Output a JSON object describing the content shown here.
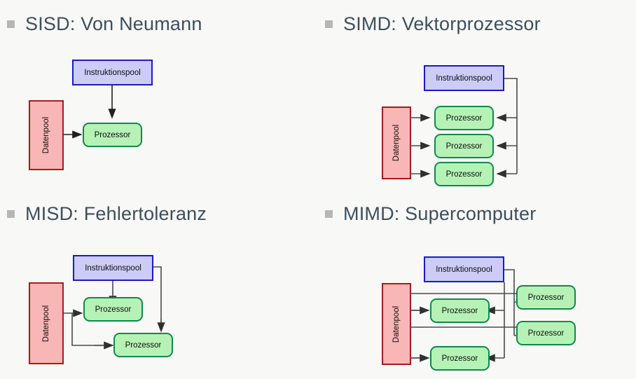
{
  "slide": {
    "background_color": "#f8f8f6",
    "heading_color": "#3d4f5d",
    "bullet_color": "#b6b6b6"
  },
  "palette": {
    "instruction_fill": "#ccccf7",
    "instruction_border": "#1a1ac4",
    "processor_fill": "#b6f2b6",
    "processor_border": "#0d8a4a",
    "data_fill": "#f8b6b6",
    "data_border": "#a61c1c",
    "arrow_color": "#404040"
  },
  "labels": {
    "instruction_pool": "Instruktionspool",
    "processor": "Prozessor",
    "data_pool": "Datenpool"
  },
  "quadrants": [
    {
      "id": "sisd",
      "title": "SISD: Von Neumann",
      "instruction_pools": 1,
      "processors": 1,
      "data_pools": 1
    },
    {
      "id": "simd",
      "title": "SIMD: Vektorprozessor",
      "instruction_pools": 1,
      "processors": 3,
      "data_pools": 1
    },
    {
      "id": "misd",
      "title": "MISD: Fehlertoleranz",
      "instruction_pools": 1,
      "processors": 2,
      "data_pools": 1
    },
    {
      "id": "mimd",
      "title": "MIMD: Supercomputer",
      "instruction_pools": 1,
      "processors": 4,
      "data_pools": 1
    }
  ]
}
